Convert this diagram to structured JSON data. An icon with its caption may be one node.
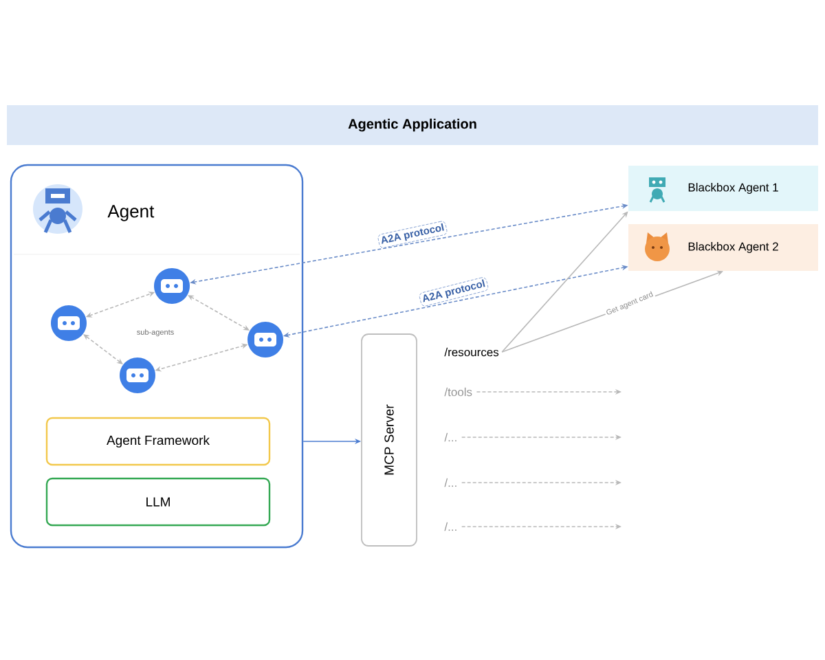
{
  "diagram": {
    "nodes": [
      {
        "text": [
          "Agentic Application"
        ]
      },
      {
        "text": [
          "Agent"
        ]
      },
      {
        "text": [],
        "shape": "circle",
        "in": 1
      },
      {
        "text": [],
        "shape": "circle",
        "in": 1
      },
      {
        "text": [],
        "shape": "circle",
        "in": 1
      },
      {
        "text": [],
        "shape": "circle",
        "in": 1
      },
      {
        "text": [
          "Agent Framework"
        ],
        "in": 1
      },
      {
        "text": [
          "LLM"
        ],
        "in": 1
      },
      {
        "text": [
          "MCP Server"
        ]
      },
      {
        "text": [
          "/resources"
        ]
      },
      {
        "text": [
          "/tools"
        ]
      },
      {
        "text": [
          "/..."
        ]
      },
      {
        "text": [
          "/..."
        ]
      },
      {
        "text": [
          "/..."
        ]
      },
      {
        "text": [
          "Blackbox Agent 1"
        ]
      },
      {
        "text": [
          "Blackbox Agent 2"
        ]
      }
    ],
    "edges": [
      {
        "from": 2,
        "to": 4,
        "arrow": "both",
        "style": "dashed"
      },
      {
        "from": 4,
        "to": 5,
        "arrow": "both",
        "style": "dashed"
      },
      {
        "from": 5,
        "to": 3,
        "arrow": "both",
        "style": "dashed"
      },
      {
        "from": 3,
        "to": 2,
        "arrow": "both",
        "style": "dashed"
      },
      {
        "from": 4,
        "to": 14,
        "arrow": "both",
        "style": "dashed",
        "color": "#6a8cc8",
        "label": "A2A protocol"
      },
      {
        "from": 5,
        "to": 15,
        "arrow": "both",
        "style": "dashed",
        "color": "#6a8cc8",
        "label": "A2A protocol"
      },
      {
        "from": 1,
        "to": 8,
        "arrow": "to",
        "color": "#4a7bd0"
      },
      {
        "from": 9,
        "to": 14,
        "arrow": "to"
      },
      {
        "from": 9,
        "to": 15,
        "arrow": "to",
        "label": "Get agent card"
      },
      {
        "from": 10,
        "to": null,
        "arrow": "to",
        "style": "dashed"
      },
      {
        "from": 11,
        "to": null,
        "arrow": "to",
        "style": "dashed"
      },
      {
        "from": 12,
        "to": null,
        "arrow": "to",
        "style": "dashed"
      },
      {
        "from": 13,
        "to": null,
        "arrow": "to",
        "style": "dashed"
      }
    ],
    "labels": [
      "sub-agents"
    ]
  }
}
